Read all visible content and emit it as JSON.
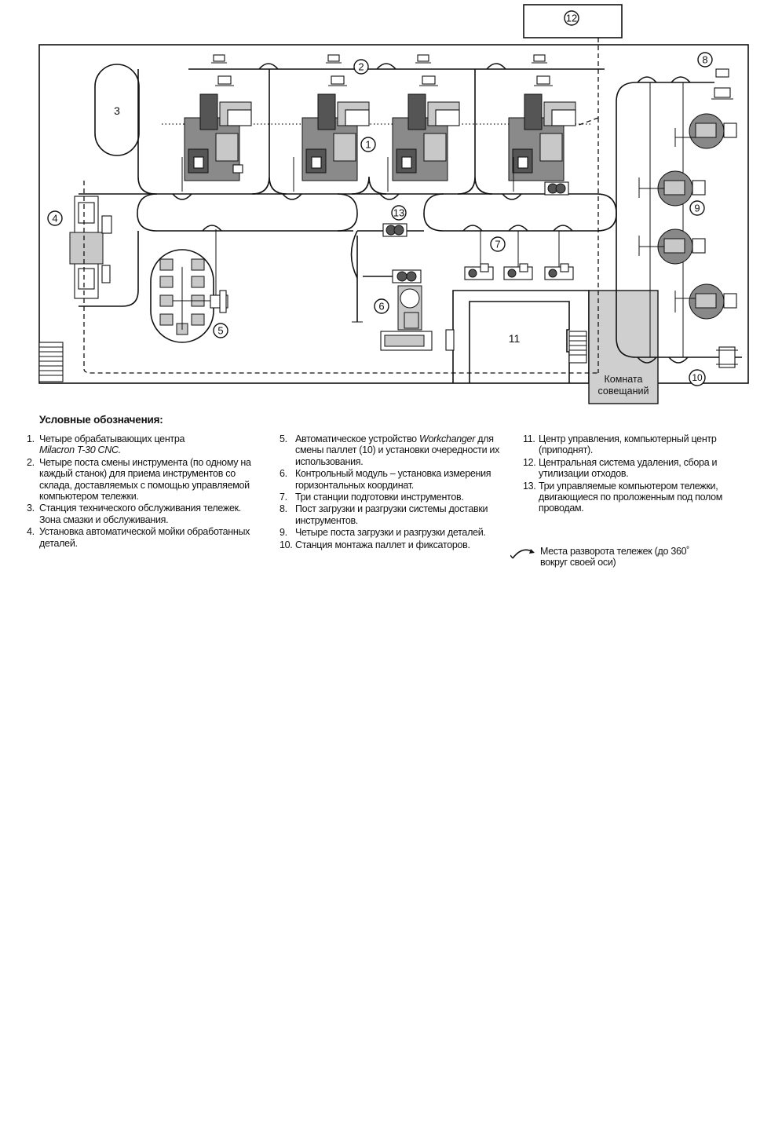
{
  "labels": {
    "n1": "1",
    "n2": "2",
    "n3": "3",
    "n4": "4",
    "n5": "5",
    "n6": "6",
    "n7": "7",
    "n8": "8",
    "n9": "9",
    "n10": "10",
    "n11": "11",
    "n12": "12",
    "n13": "13",
    "area3": "3",
    "area11": "11",
    "room_line1": "Комната",
    "room_line2": "совещаний"
  },
  "legend": {
    "title": "Условные обозначения:",
    "items": [
      {
        "num": "1.",
        "text": "Четыре обрабатывающих центра",
        "italic": "Milacron T-30 CNC."
      },
      {
        "num": "2.",
        "text": "Четыре поста смены инструмента (по одному на каждый станок) для приема инструментов со склада, доставляемых с помощью управляемой компьютером тележки."
      },
      {
        "num": "3.",
        "text": "Станция технического обслуживания тележек. Зона смазки и обслуживания."
      },
      {
        "num": "4.",
        "text": "Установка автоматической мойки обработанных деталей."
      },
      {
        "num": "5.",
        "text_before": "Автоматическое устройство",
        "italic": "Workchanger",
        "text": "для смены паллет (10) и установки очередности их использования."
      },
      {
        "num": "6.",
        "text": "Контрольный модуль – установка измерения горизонтальных координат."
      },
      {
        "num": "7.",
        "text": "Три станции подготовки инструментов."
      },
      {
        "num": "8.",
        "text": "Пост загрузки и разгрузки системы доставки инструментов."
      },
      {
        "num": "9.",
        "text": "Четыре поста загрузки и разгрузки деталей."
      },
      {
        "num": "10.",
        "text": "Станция монтажа паллет и фиксаторов."
      },
      {
        "num": "11.",
        "text": "Центр управления, компьютерный центр (приподнят)."
      },
      {
        "num": "12.",
        "text": "Центральная система удаления, сбора и утилизации отходов."
      },
      {
        "num": "13.",
        "text": "Три управляемые компьютером тележки, двигающиеся по проложенным под полом проводам."
      }
    ],
    "turn_text": "Места разворота тележек (до 360˚ вокруг своей оси)"
  }
}
